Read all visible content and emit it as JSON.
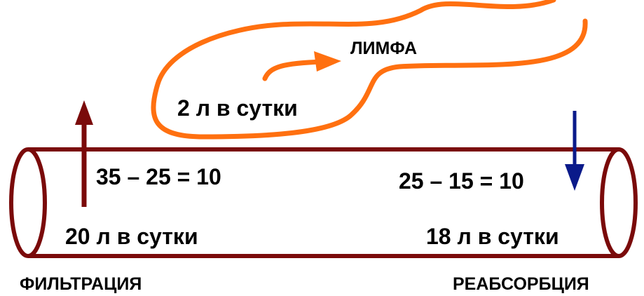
{
  "labels": {
    "lymph": "ЛИМФА",
    "lymph_rate": "2 л в сутки",
    "filtration_calc": "35 – 25 = 10",
    "reabsorption_calc": "25 – 15 = 10",
    "filtration_rate": "20 л в сутки",
    "reabsorption_rate": "18 л в сутки",
    "filtration": "ФИЛЬТРАЦИЯ",
    "reabsorption": "РЕАБСОРБЦИЯ"
  },
  "colors": {
    "vessel": "#7a0a0a",
    "lymph": "#ff7010",
    "filtration_arrow": "#7a0a0a",
    "reabsorption_arrow": "#0a1a8a",
    "text": "#000000"
  }
}
